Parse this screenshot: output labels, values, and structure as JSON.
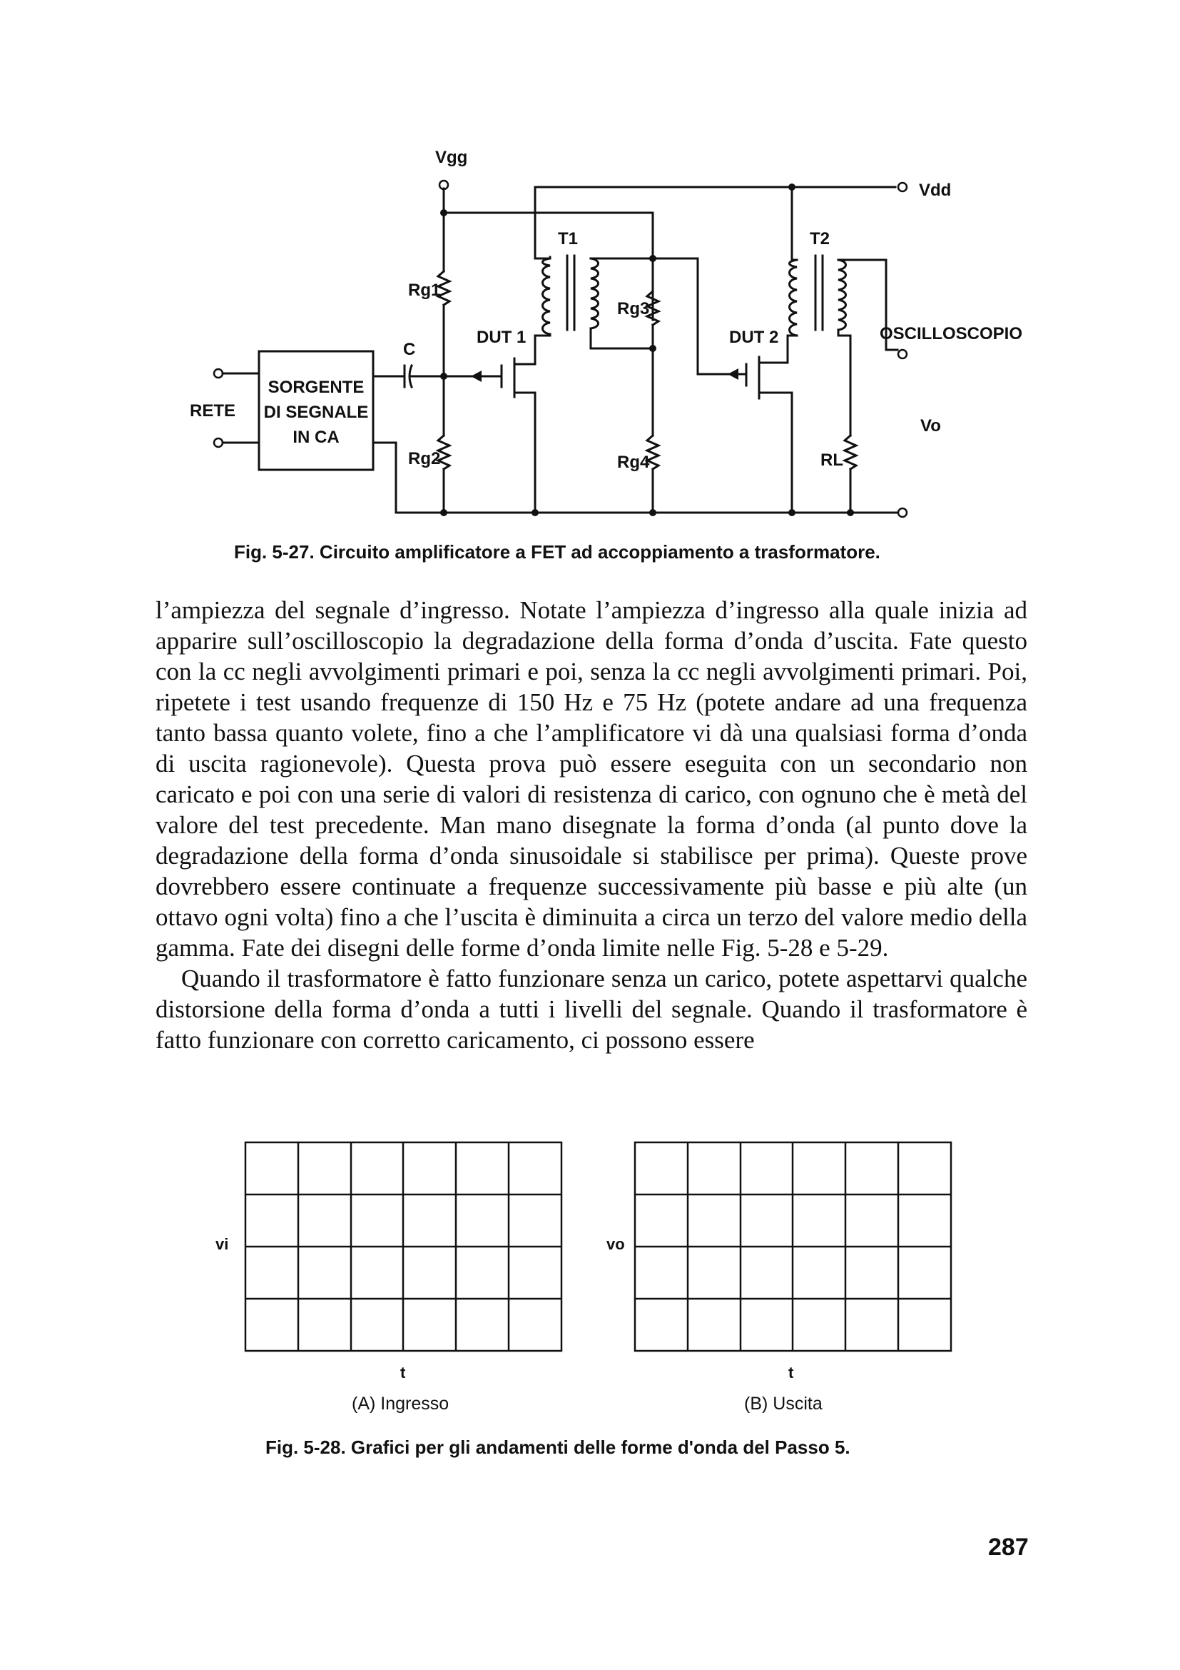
{
  "figure_5_27": {
    "labels": {
      "vgg": "Vgg",
      "vdd": "Vdd",
      "t1": "T1",
      "t2": "T2",
      "rg1": "Rg1",
      "rg2": "Rg2",
      "rg3": "Rg3",
      "rg4": "Rg4",
      "rl": "RL",
      "c": "C",
      "dut1": "DUT 1",
      "dut2": "DUT 2",
      "oscilloscopio": "OSCILLOSCOPIO",
      "vo": "Vo",
      "rete": "RETE",
      "source_line1": "SORGENTE",
      "source_line2": "DI SEGNALE",
      "source_line3": "IN CA"
    },
    "caption": "Fig. 5-27. Circuito amplificatore a FET ad accoppiamento a trasformatore."
  },
  "body": {
    "paragraph1": "l’ampiezza del segnale d’ingresso. Notate l’ampiezza d’ingresso alla quale inizia ad apparire sull’oscilloscopio la degradazione della forma d’onda d’uscita. Fate questo con la cc negli avvolgimenti primari e poi, senza la cc negli avvolgimenti primari. Poi, ripetete i test usando frequenze di 150 Hz e 75 Hz (potete andare ad una frequenza tanto bassa quanto volete, fino a che l’amplificatore vi dà una qualsiasi forma d’onda di uscita ragionevole). Questa prova può essere eseguita con un secondario non caricato e poi con una serie di valori di resistenza di carico, con ognuno che è metà del valore del test precedente. Man mano disegnate la forma d’onda (al punto dove la degradazione della forma d’onda sinusoidale si stabilisce per prima). Queste prove dovrebbero essere continuate a frequenze successivamente più basse e più alte (un ottavo ogni volta) fino a che l’uscita è diminuita a circa un terzo del valore medio della gamma. Fate dei disegni delle forme d’onda limite nelle Fig. 5-28 e 5-29.",
    "paragraph2": "Quando il trasformatore è fatto funzionare senza un carico, potete aspettarvi qualche distorsione della forma d’onda a tutti i livelli del segnale. Quando il trasformatore è fatto funzionare con corretto caricamento, ci possono essere"
  },
  "figure_5_28": {
    "graph_a": {
      "ylabel": "vi",
      "xlabel": "t",
      "sublabel": "(A) Ingresso",
      "columns": 6,
      "rows": 4
    },
    "graph_b": {
      "ylabel": "vo",
      "xlabel": "t",
      "sublabel": "(B) Uscita",
      "columns": 6,
      "rows": 4
    },
    "caption": "Fig. 5-28. Grafici per gli andamenti delle forme d'onda del Passo 5."
  },
  "page_number": "287"
}
